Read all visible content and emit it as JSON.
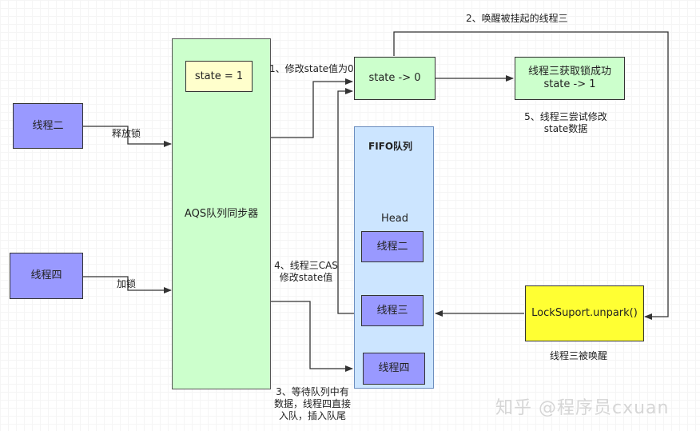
{
  "nodes": {
    "thread_two_left": "线程二",
    "thread_four_left": "线程四",
    "aqs": "AQS队列同步器",
    "state_eq": "state = 1",
    "state_arrow": "state -> 0",
    "thread_three_success_line1": "线程三获取锁成功",
    "thread_three_success_line2": "state -> 1",
    "fifo_title": "FIFO队列",
    "fifo_head": "Head",
    "fifo_thread_two": "线程二",
    "fifo_thread_three": "线程三",
    "fifo_thread_four": "线程四",
    "unpark": "LockSuport.unpark()"
  },
  "labels": {
    "release_lock": "释放锁",
    "acquire_lock": "加锁",
    "step1": "1、修改state值为0",
    "step2": "2、唤醒被挂起的线程三",
    "step3_line1": "3、等待队列中有",
    "step3_line2": "数据，线程四直接",
    "step3_line3": "入队，插入队尾",
    "step4_line1": "4、线程三CAS",
    "step4_line2": "修改state值",
    "step5_line1": "5、线程三尝试修改",
    "step5_line2": "state数据",
    "awakened": "线程三被唤醒"
  },
  "watermark": "知乎 @程序员cxuan",
  "colors": {
    "thread_box": "#9999ff",
    "green_box": "#ccffcc",
    "fifo_box": "#cce5ff",
    "state_box": "#ffffcc",
    "unpark_box": "#ffff33",
    "line": "#333333"
  }
}
